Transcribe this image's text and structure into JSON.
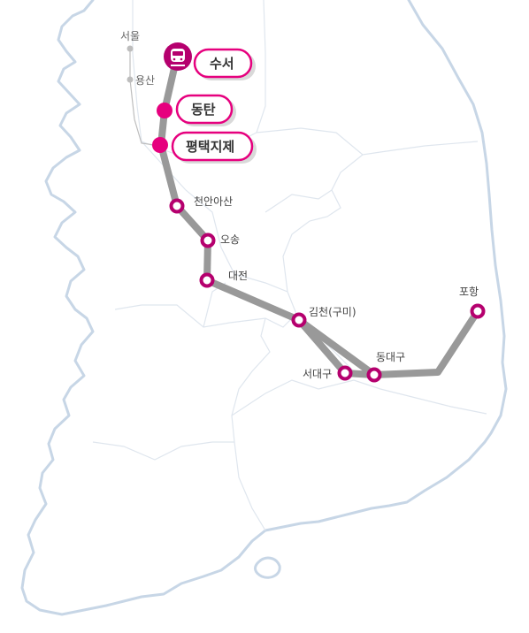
{
  "stations": {
    "seoul": "서울",
    "yongsan": "용산",
    "suseo": "수서",
    "dongtan": "동탄",
    "pyeongtaek": "평택지제",
    "cheonan": "천안아산",
    "osong": "오송",
    "daejeon": "대전",
    "gimcheon": "김천(구미)",
    "seodaegu": "서대구",
    "dongdaegu": "동대구",
    "pohang": "포항"
  },
  "colors": {
    "accent": "#e6007e",
    "station_ring": "#b5006e",
    "route": "#999999",
    "coastline": "#c7d6e6"
  },
  "icons": {
    "origin": "train-icon"
  }
}
